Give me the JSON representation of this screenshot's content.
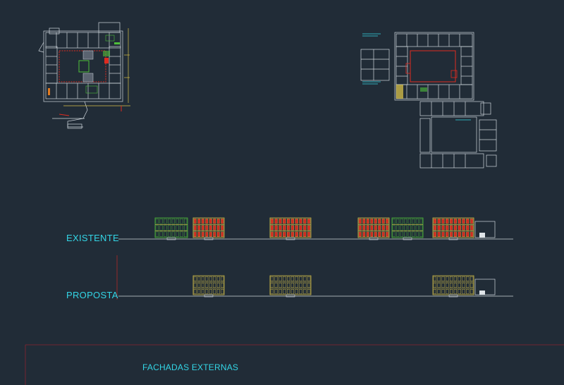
{
  "drawing": {
    "background_color": "#212c37",
    "line_color": "#cfd6dd",
    "accent_red": "#e02b20",
    "accent_green": "#4fbf3a",
    "accent_yellow": "#d9c24a",
    "label_color": "#33d6e6"
  },
  "elevations": {
    "existing_label": "EXISTENTE",
    "proposed_label": "PROPOSTA"
  },
  "sheet": {
    "title": "FACHADAS EXTERNAS"
  }
}
